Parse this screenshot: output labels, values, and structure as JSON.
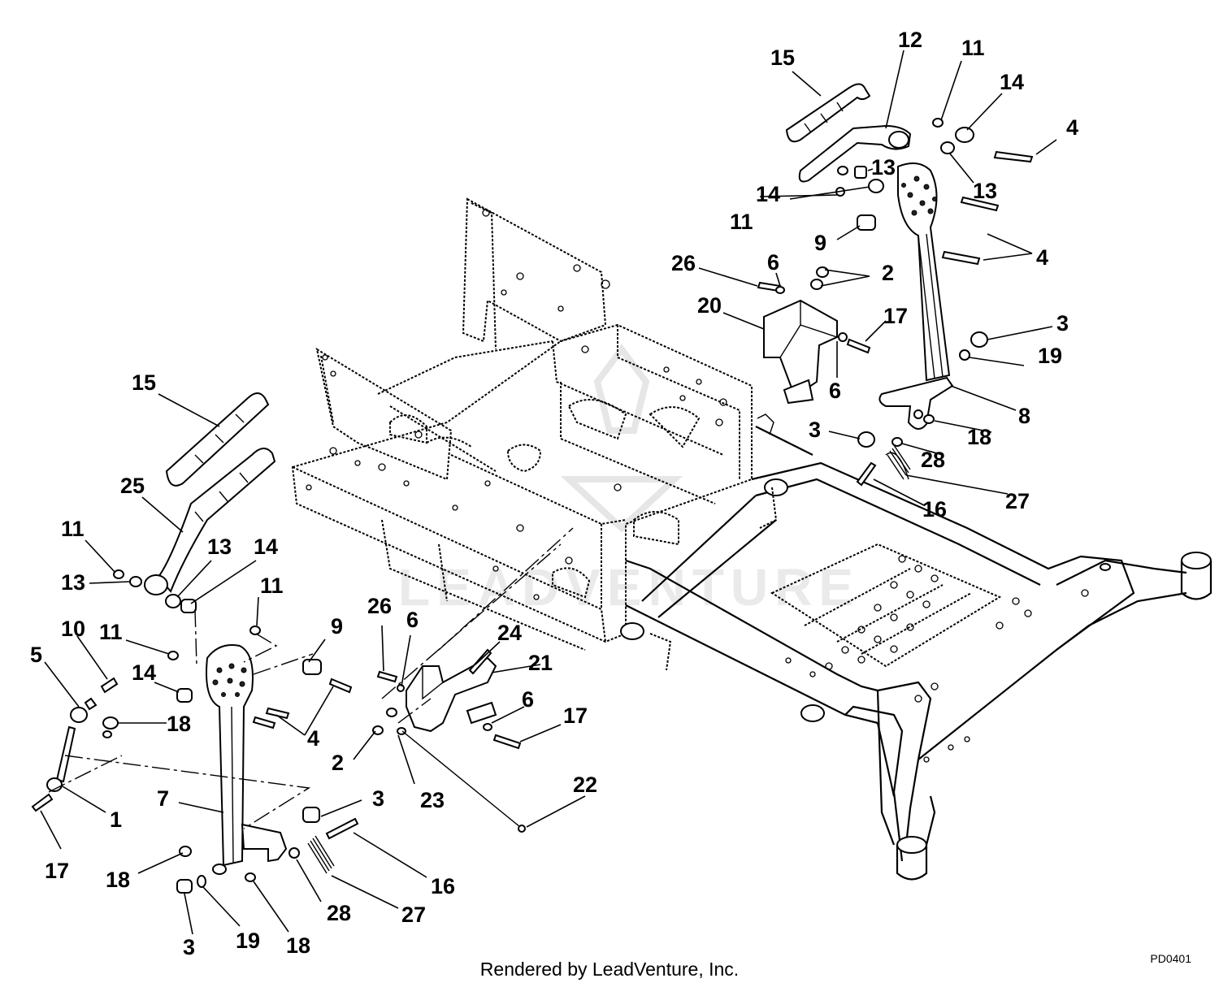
{
  "diagram": {
    "labels": [
      {
        "text": "15"
      },
      {
        "text": "12"
      },
      {
        "text": "11"
      },
      {
        "text": "14"
      },
      {
        "text": "4"
      },
      {
        "text": "13"
      },
      {
        "text": "13"
      },
      {
        "text": "14"
      },
      {
        "text": "11"
      },
      {
        "text": "9"
      },
      {
        "text": "4"
      },
      {
        "text": "26"
      },
      {
        "text": "6"
      },
      {
        "text": "2"
      },
      {
        "text": "20"
      },
      {
        "text": "17"
      },
      {
        "text": "6"
      },
      {
        "text": "3"
      },
      {
        "text": "19"
      },
      {
        "text": "8"
      },
      {
        "text": "18"
      },
      {
        "text": "3"
      },
      {
        "text": "28"
      },
      {
        "text": "27"
      },
      {
        "text": "16"
      },
      {
        "text": "15"
      },
      {
        "text": "25"
      },
      {
        "text": "11"
      },
      {
        "text": "13"
      },
      {
        "text": "14"
      },
      {
        "text": "13"
      },
      {
        "text": "11"
      },
      {
        "text": "10"
      },
      {
        "text": "11"
      },
      {
        "text": "9"
      },
      {
        "text": "5"
      },
      {
        "text": "14"
      },
      {
        "text": "18"
      },
      {
        "text": "4"
      },
      {
        "text": "26"
      },
      {
        "text": "6"
      },
      {
        "text": "24"
      },
      {
        "text": "21"
      },
      {
        "text": "6"
      },
      {
        "text": "17"
      },
      {
        "text": "2"
      },
      {
        "text": "23"
      },
      {
        "text": "22"
      },
      {
        "text": "1"
      },
      {
        "text": "17"
      },
      {
        "text": "7"
      },
      {
        "text": "3"
      },
      {
        "text": "18"
      },
      {
        "text": "16"
      },
      {
        "text": "28"
      },
      {
        "text": "27"
      },
      {
        "text": "3"
      },
      {
        "text": "19"
      },
      {
        "text": "18"
      }
    ],
    "watermark": "LEADVENTURE",
    "footer": "Rendered by LeadVenture, Inc.",
    "code": "PD0401"
  }
}
